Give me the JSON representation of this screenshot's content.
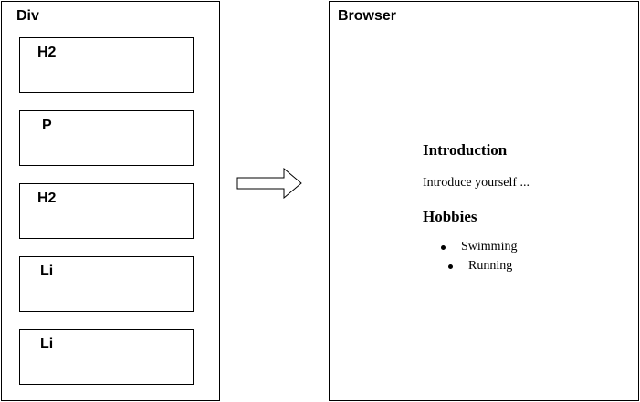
{
  "left_frame": {
    "title": "Div",
    "children": [
      "H2",
      "P",
      "H2",
      "Li",
      "Li"
    ]
  },
  "right_frame": {
    "title": "Browser",
    "rendered": {
      "heading_1": "Introduction",
      "paragraph": "Introduce yourself ...",
      "heading_2": "Hobbies",
      "list_items": [
        "Swimming",
        "Running"
      ]
    }
  }
}
